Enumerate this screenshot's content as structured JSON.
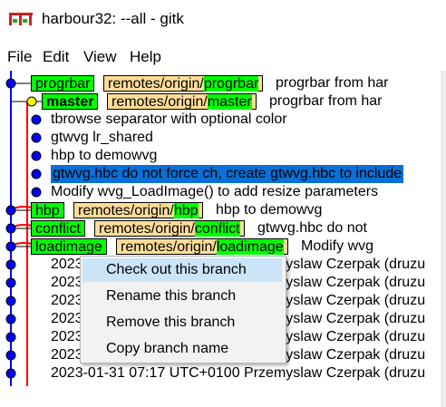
{
  "window": {
    "title": "harbour32: --all - gitk",
    "icon": "gitk-app-icon"
  },
  "menu": {
    "items": [
      "File",
      "Edit",
      "View",
      "Help"
    ]
  },
  "colors": {
    "local_branch": "#00ff00",
    "remote_branch": "#ffdd99",
    "selected_row": "#0a6fd6",
    "graph_main": "#0000ff",
    "graph_branch": "#ff0000",
    "head_dot": "#ffff00",
    "menu_highlight": "#cce4f7"
  },
  "rows": [
    {
      "tags": [
        {
          "text": "progrbar",
          "kind": "local"
        },
        {
          "prefix": "remotes/origin/",
          "text": "progrbar",
          "kind": "remote"
        }
      ],
      "message": "progrbar from har"
    },
    {
      "tags": [
        {
          "text": "master",
          "kind": "local",
          "head": true
        },
        {
          "prefix": "remotes/origin/",
          "text": "master",
          "kind": "remote"
        }
      ],
      "message": "progrbar from har"
    },
    {
      "tags": [],
      "message": "tbrowse separator with optional color"
    },
    {
      "tags": [],
      "message": "gtwvg lr_shared"
    },
    {
      "tags": [],
      "message": "hbp to demowvg"
    },
    {
      "tags": [],
      "message": "gtwvg.hbc do not force ch, create gtwvg.hbc to include",
      "selected": true
    },
    {
      "tags": [],
      "message": "Modify wvg_LoadImage() to add resize parameters"
    },
    {
      "tags": [
        {
          "text": "hbp",
          "kind": "local"
        },
        {
          "prefix": "remotes/origin/",
          "text": "hbp",
          "kind": "remote"
        }
      ],
      "message": "hbp to demowvg"
    },
    {
      "tags": [
        {
          "text": "conflict",
          "kind": "local"
        },
        {
          "prefix": "remotes/origin/",
          "text": "conflict",
          "kind": "remote"
        }
      ],
      "message": "gtwvg.hbc do not"
    },
    {
      "tags": [
        {
          "text": "loadimage",
          "kind": "local"
        },
        {
          "prefix": "remotes/origin/",
          "text": "loadimage",
          "kind": "remote"
        }
      ],
      "message": "Modify wvg"
    },
    {
      "tags": [],
      "message": "2023-01-31 19:55 UTC+0100 Przemyslaw Czerpak (druzu"
    },
    {
      "tags": [],
      "message": "2023-01-31 19:55 UTC+0100 Przemyslaw Czerpak (druzu"
    },
    {
      "tags": [],
      "message": "2023-01-31 19:55 UTC+0100 Przemyslaw Czerpak (druzu"
    },
    {
      "tags": [],
      "message": "2023-01-31 19:55 UTC+0100 Przemyslaw Czerpak (druzu"
    },
    {
      "tags": [],
      "message": "2023-01-31 19:55 UTC+0100 Przemyslaw Czerpak (druzu"
    },
    {
      "tags": [],
      "message": "2023-01-31 14:59 UTC+0100 Przemyslaw Czerpak (druzu"
    },
    {
      "tags": [],
      "message": "2023-01-31 07:17 UTC+0100 Przemyslaw Czerpak (druzu"
    }
  ],
  "context_menu": {
    "items": [
      {
        "label": "Check out this branch",
        "active": true
      },
      {
        "label": "Rename this branch",
        "active": false
      },
      {
        "label": "Remove this branch",
        "active": false
      },
      {
        "label": "Copy branch name",
        "active": false
      }
    ]
  }
}
